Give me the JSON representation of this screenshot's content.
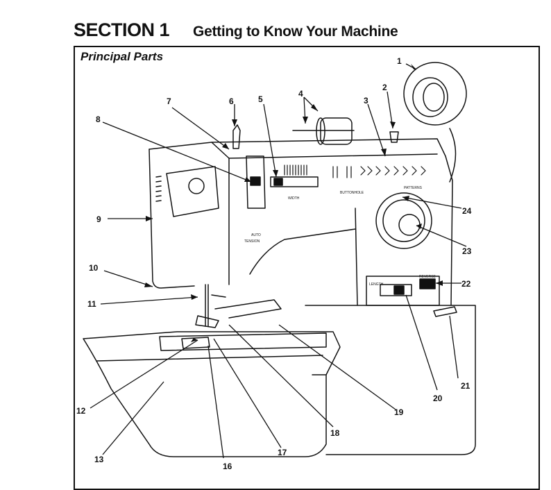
{
  "header": {
    "section": "SECTION 1",
    "subtitle": "Getting to Know Your Machine"
  },
  "panel": {
    "title": "Principal Parts"
  },
  "machine_labels": {
    "width": "WIDTH",
    "buttonhole": "BUTTONHOLE",
    "patterns": "PATTERNS",
    "length": "LENGTH",
    "reverse": "REVERSE",
    "auto": "AUTO",
    "tension": "TENSION"
  },
  "callouts": {
    "n1": "1",
    "n2": "2",
    "n3": "3",
    "n4": "4",
    "n5": "5",
    "n6": "6",
    "n7": "7",
    "n8": "8",
    "n9": "9",
    "n10": "10",
    "n11": "11",
    "n12": "12",
    "n13": "13",
    "n16": "16",
    "n17": "17",
    "n18": "18",
    "n19": "19",
    "n20": "20",
    "n21": "21",
    "n22": "22",
    "n23": "23",
    "n24": "24"
  }
}
